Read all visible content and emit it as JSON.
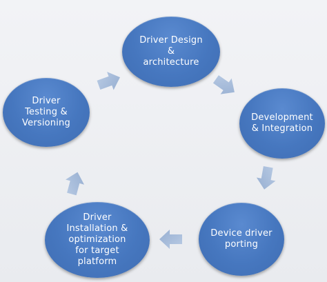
{
  "diagram": {
    "nodes": [
      {
        "id": "design",
        "label": "Driver Design\n&\narchitecture"
      },
      {
        "id": "dev",
        "label": "Development\n& Integration"
      },
      {
        "id": "porting",
        "label": "Device driver\nporting"
      },
      {
        "id": "install",
        "label": "Driver\nInstallation &\noptimization\nfor target\nplatform"
      },
      {
        "id": "testing",
        "label": "Driver\nTesting &\nVersioning"
      }
    ],
    "edges": [
      {
        "from": "design",
        "to": "dev"
      },
      {
        "from": "dev",
        "to": "porting"
      },
      {
        "from": "porting",
        "to": "install"
      },
      {
        "from": "install",
        "to": "testing"
      },
      {
        "from": "testing",
        "to": "design"
      }
    ],
    "colors": {
      "node_fill": "#4677bf",
      "arrow_fill": "#a9bfdc",
      "text": "#ffffff"
    }
  }
}
